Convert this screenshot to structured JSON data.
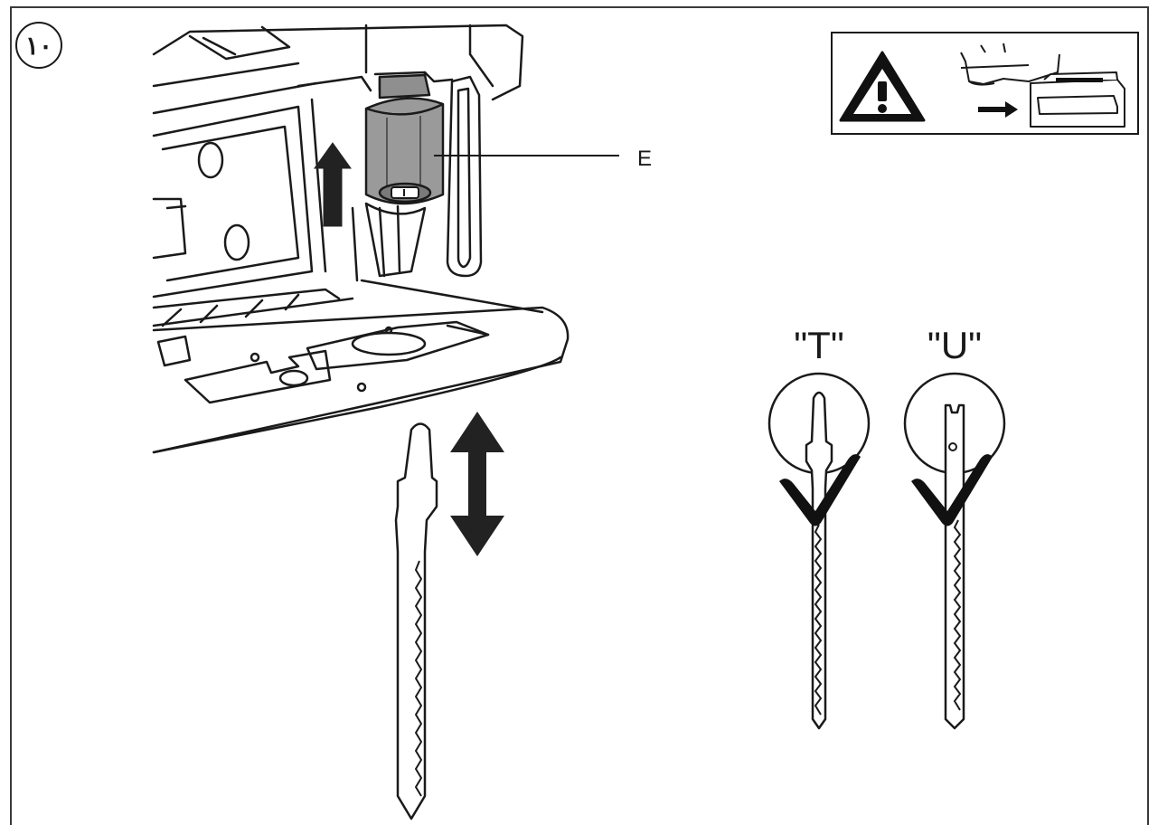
{
  "figure": {
    "step_number": "١٠",
    "part_label": "E",
    "blade_types": [
      {
        "label": "\"T\""
      },
      {
        "label": "\"U\""
      }
    ]
  },
  "warning_panel": {
    "icon": "warning-triangle-icon",
    "battery_label": ""
  },
  "colors": {
    "line": "#1a1a1a",
    "clamp_fill": "#9a9a9a",
    "arrow_fill": "#222222",
    "background": "#ffffff"
  }
}
